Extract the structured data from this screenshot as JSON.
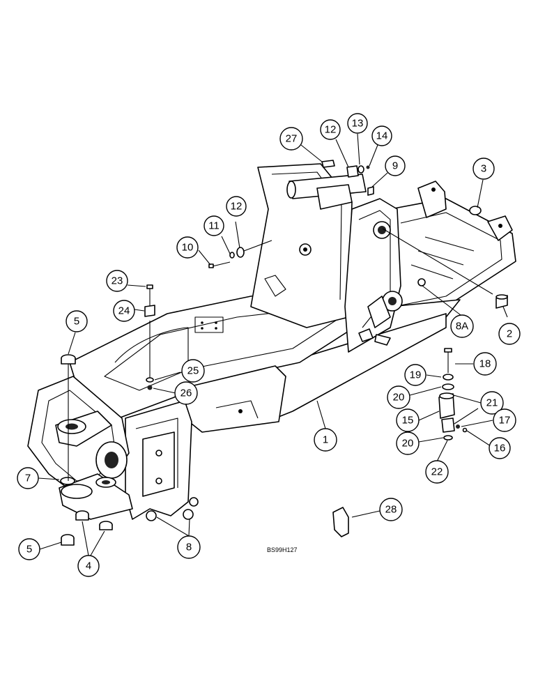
{
  "diagram_code": "BS99H127",
  "callouts": [
    {
      "id": "c27",
      "label": "27"
    },
    {
      "id": "c12a",
      "label": "12"
    },
    {
      "id": "c13",
      "label": "13"
    },
    {
      "id": "c14",
      "label": "14"
    },
    {
      "id": "c9",
      "label": "9"
    },
    {
      "id": "c3",
      "label": "3"
    },
    {
      "id": "c11",
      "label": "11"
    },
    {
      "id": "c12b",
      "label": "12"
    },
    {
      "id": "c10",
      "label": "10"
    },
    {
      "id": "c23",
      "label": "23"
    },
    {
      "id": "c24",
      "label": "24"
    },
    {
      "id": "c8a",
      "label": "8A"
    },
    {
      "id": "c2",
      "label": "2"
    },
    {
      "id": "c5a",
      "label": "5"
    },
    {
      "id": "c25",
      "label": "25"
    },
    {
      "id": "c26",
      "label": "26"
    },
    {
      "id": "c18",
      "label": "18"
    },
    {
      "id": "c19",
      "label": "19"
    },
    {
      "id": "c20a",
      "label": "20"
    },
    {
      "id": "c21",
      "label": "21"
    },
    {
      "id": "c15",
      "label": "15"
    },
    {
      "id": "c17",
      "label": "17"
    },
    {
      "id": "c20b",
      "label": "20"
    },
    {
      "id": "c16",
      "label": "16"
    },
    {
      "id": "c22",
      "label": "22"
    },
    {
      "id": "c1",
      "label": "1"
    },
    {
      "id": "c7",
      "label": "7"
    },
    {
      "id": "c28",
      "label": "28"
    },
    {
      "id": "c5b",
      "label": "5"
    },
    {
      "id": "c4",
      "label": "4"
    },
    {
      "id": "c8",
      "label": "8"
    }
  ]
}
